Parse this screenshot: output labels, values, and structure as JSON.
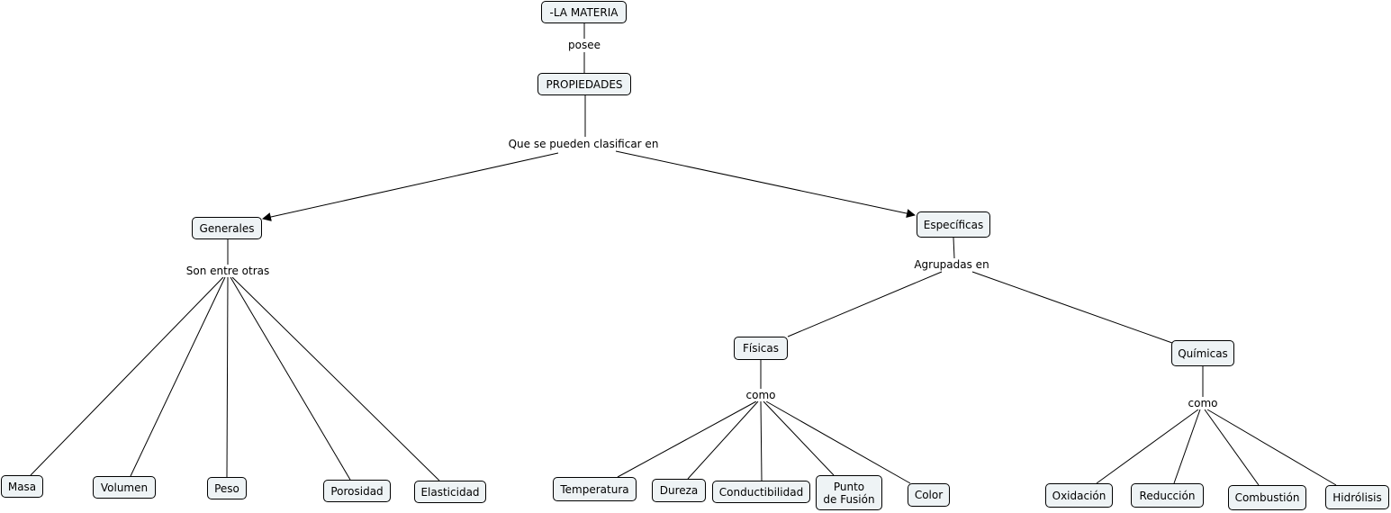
{
  "concepts": {
    "materia": "-LA MATERIA",
    "propiedades": "PROPIEDADES",
    "generales": "Generales",
    "especificas": "Específicas",
    "masa": "Masa",
    "volumen": "Volumen",
    "peso": "Peso",
    "porosidad": "Porosidad",
    "elasticidad": "Elasticidad",
    "fisicas": "Físicas",
    "quimicas": "Químicas",
    "temperatura": "Temperatura",
    "dureza": "Dureza",
    "conductibilidad": "Conductibilidad",
    "punto_fusion": "Punto\nde Fusión",
    "color": "Color",
    "oxidacion": "Oxidación",
    "reduccion": "Reducción",
    "combustion": "Combustión",
    "hidrolisis": "Hidrólisis"
  },
  "linking_phrases": {
    "posee": "posee",
    "clasificar": "Que se pueden clasificar en",
    "son_entre_otras": "Son entre otras",
    "agrupadas": "Agrupadas en",
    "como_fisicas": "como",
    "como_quimicas": "como"
  }
}
